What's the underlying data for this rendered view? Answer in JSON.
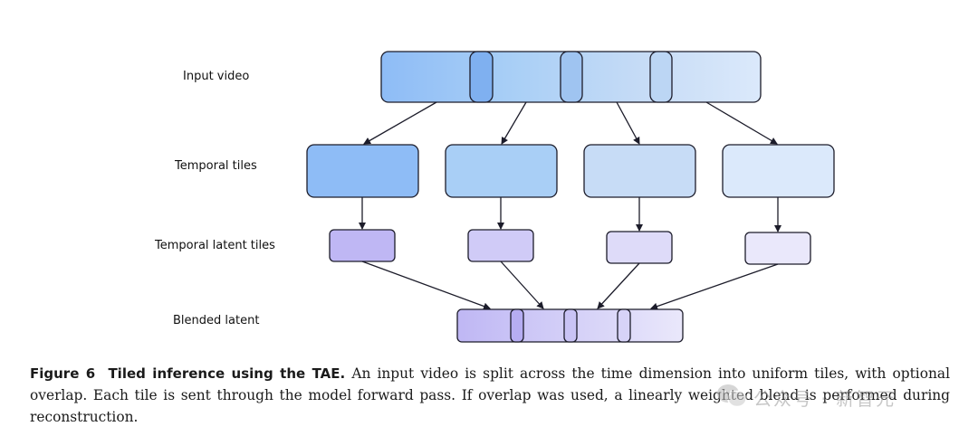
{
  "labels": {
    "input_video": "Input video",
    "temporal_tiles": "Temporal tiles",
    "temporal_latent_tiles": "Temporal latent tiles",
    "blended_latent": "Blended latent"
  },
  "caption": {
    "figure_label": "Figure 6",
    "title": "Tiled inference using the TAE.",
    "body": "An input video is split across the time dimension into uniform tiles, with optional overlap. Each tile is sent through the model forward pass. If overlap was used, a linearly weighted blend is performed during reconstruction."
  },
  "watermark": {
    "text": "公众号 · 新智元"
  },
  "colors": {
    "tile_1": "#8ebcf6",
    "tile_2": "#a9cff6",
    "tile_3": "#c7dcf6",
    "tile_4": "#dbe9fb",
    "latent_1": "#bfb7f4",
    "latent_2": "#d0cbf7",
    "latent_3": "#dedbf9",
    "latent_4": "#eae8fb",
    "stroke": "#1c1c2a"
  }
}
